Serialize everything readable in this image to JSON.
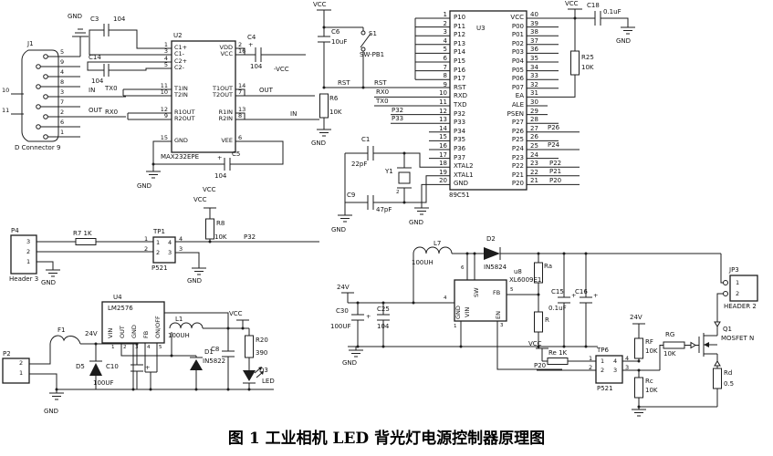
{
  "caption": "图 1 工业相机 LED 背光灯电源控制器原理图",
  "power_labels": {
    "vcc": "VCC",
    "gnd": "GND",
    "v24": "24V",
    "neg_vcc": "-VCC"
  },
  "serial": {
    "j1": {
      "ref": "J1",
      "name": "D Connector 9",
      "pin_numbers": "5\n9\n4\n8\n3\n7\n2\n6\n1",
      "side_pins": "10\n11",
      "in": "IN",
      "out": "OUT"
    },
    "c3": {
      "ref": "C3",
      "value": "104"
    },
    "c14": {
      "ref": "C14",
      "value": "104"
    },
    "c4": {
      "ref": "C4",
      "value": "104",
      "plus": "+"
    },
    "c5": {
      "ref": "C5",
      "value": "104",
      "plus": "+"
    },
    "tx0": "TX0",
    "rx0": "RX0",
    "out_net": "OUT",
    "in_net": "IN",
    "u2": {
      "ref": "U2",
      "part": "MAX232EPE",
      "left": {
        "g1": "C1+\nC1-\nC2+\nC2-",
        "g1n": "1\n3\n4\n5",
        "g2": "T1IN\nT2IN",
        "g2n": "11\n10",
        "g3": "R1OUT\nR2OUT",
        "g3n": "12\n9",
        "g4": "GND",
        "g4n": "15"
      },
      "right": {
        "g1": "VDD\nVCC",
        "g1n": "2\n16",
        "g2": "T1OUT\nT2OUT",
        "g2n": "14\n7",
        "g3": "R1IN\nR2IN",
        "g3n": "13\n8",
        "g4": "VEE",
        "g4n": "6"
      }
    }
  },
  "mcu": {
    "u3": {
      "ref": "U3",
      "part": "89C51",
      "left_names": "P10\nP11\nP12\nP13\nP14\nP15\nP16\nP17\nRST\nRXD\nTXD\nP32\nP33\nP34\nP35\nP36\nP37\nXTAL2\nXTAL1\nGND",
      "left_nums": "1\n2\n3\n4\n5\n6\n7\n8\n9\n10\n11\n12\n13\n14\n15\n16\n17\n18\n19\n20",
      "right_names": "VCC\nP00\nP01\nP02\nP03\nP04\nP05\nP06\nP07\nEA\nALE\nPSEN\nP27\nP26\nP25\nP24\nP23\nP22\nP21\nP20",
      "right_nums": "40\n39\n38\n37\n36\n35\n34\n33\n32\n31\n30\n29\n28\n27\n26\n25\n24\n23\n22\n21"
    },
    "nets_left": {
      "rst": "RST",
      "rst2": "RST",
      "rx0": "RX0",
      "tx0": "TX0",
      "p32": "P32",
      "p33": "P33"
    },
    "nets_right": {
      "p26": "P26",
      "p24": "P24",
      "p22": "P22",
      "p21": "P21",
      "p20": "P20"
    },
    "reset": {
      "s1_ref": "S1",
      "s1_part": "SW-PB1",
      "c6_ref": "C6",
      "c6_value": "10uF",
      "r6_ref": "R6",
      "r6_value": "10K"
    },
    "xtal": {
      "c1_ref": "C1",
      "c1_value": "22pF",
      "y1_ref": "Y1",
      "y1_pin2": "2",
      "c9_ref": "C9",
      "c9_value": "47pF"
    },
    "c18": {
      "ref": "C18",
      "value": "0.1uF"
    },
    "r25": {
      "ref": "R25",
      "value": "10K"
    }
  },
  "opto_in": {
    "p4": {
      "ref": "P4",
      "name": "Header 3",
      "pins": "3\n2\n1"
    },
    "r7_label": "R7 1K",
    "tp1": {
      "ref": "TP1",
      "part": "P521",
      "inside_left": "1\n2",
      "inside_right": "4\n3",
      "out_left": "1\n2",
      "out_right": "4\n3"
    },
    "r8": {
      "ref": "R8",
      "value": "10K"
    },
    "p32": "P32"
  },
  "buck": {
    "p2": {
      "ref": "P2",
      "pins": "2\n1"
    },
    "f1": "F1",
    "d5": "D5",
    "c10": {
      "ref": "C10",
      "value": "100UF",
      "plus": "+"
    },
    "u4": {
      "ref": "U4",
      "part": "LM2576",
      "pins": [
        "VIN",
        "OUT",
        "GND",
        "FB",
        "ON/OFF"
      ],
      "pin_nums": [
        "1",
        "2",
        "3",
        "4",
        "5"
      ]
    },
    "l1": {
      "ref": "L1",
      "value": "100UH"
    },
    "d1": {
      "ref": "D1",
      "value": "IN5822"
    },
    "c8": "C8",
    "r20": {
      "ref": "R20",
      "value": "390"
    },
    "d3": {
      "ref": "D3",
      "name": "LED"
    }
  },
  "boost": {
    "c30": {
      "ref": "C30",
      "value": "100UF",
      "plus": "+"
    },
    "c25": {
      "ref": "C25",
      "value": "104",
      "plus": "+"
    },
    "l7": {
      "ref": "L7",
      "value": "100UH"
    },
    "d2": {
      "ref": "D2",
      "value": "IN5824"
    },
    "u8": {
      "ref": "u8",
      "part": "XL6009E1",
      "pin_vin": "VIN",
      "pin_sw": "SW",
      "pin_fb": "FB",
      "pin_en": "EN",
      "pin_gnd": "GND",
      "n4": "4",
      "n5": "5",
      "n6": "6",
      "n1": "1",
      "n3": "3"
    },
    "ra": "Ra",
    "r": "R",
    "c15": {
      "ref": "C15",
      "value": "0.1uF",
      "plus": "+"
    },
    "c16": {
      "ref": "C16",
      "plus": "+"
    }
  },
  "out": {
    "jp3": {
      "ref": "JP3",
      "name": "HEADER 2",
      "pins": "1\n2"
    },
    "q1": {
      "ref": "Q1",
      "part": "MOSFET N"
    },
    "rf": {
      "ref": "RF",
      "value": "10K"
    },
    "rg": {
      "ref": "RG",
      "value": "10K"
    },
    "rd": {
      "ref": "Rd",
      "value": "0.5"
    },
    "rc": {
      "ref": "Rc",
      "value": "10K"
    },
    "re_label": "Re 1K",
    "p20": "P20",
    "tp6": {
      "ref": "TP6",
      "part": "P521",
      "inside_left": "1\n2",
      "inside_right": "4\n3",
      "out_left": "1\n2",
      "out_right": "4\n3"
    }
  }
}
